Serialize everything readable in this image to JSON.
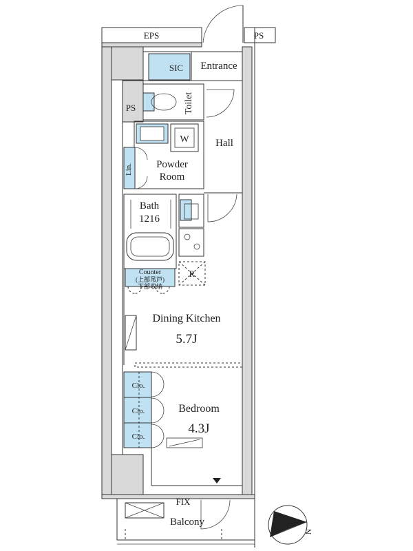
{
  "labels": {
    "eps": "EPS",
    "ps_top": "PS",
    "sic": "SIC",
    "entrance": "Entrance",
    "ps_side": "PS",
    "toilet": "Toilet",
    "w": "W",
    "hall": "Hall",
    "lin": "Lin.",
    "powder_room_1": "Powder",
    "powder_room_2": "Room",
    "bath": "Bath",
    "bath_size": "1216",
    "r": "R",
    "counter_1": "Counter",
    "counter_2": "(上部吊戸)",
    "counter_3": "下部収納",
    "dining_kitchen": "Dining Kitchen",
    "dining_kitchen_size": "5.7J",
    "clo_1": "Clo.",
    "clo_2": "Clo.",
    "clo_3": "Clo.",
    "bedroom": "Bedroom",
    "bedroom_size": "4.3J",
    "fix": "FIX",
    "balcony": "Balcony",
    "north": "N"
  },
  "colors": {
    "accent_fill": "#bfe1f2",
    "wall_fill": "#d9d9d9",
    "line": "#333333"
  }
}
